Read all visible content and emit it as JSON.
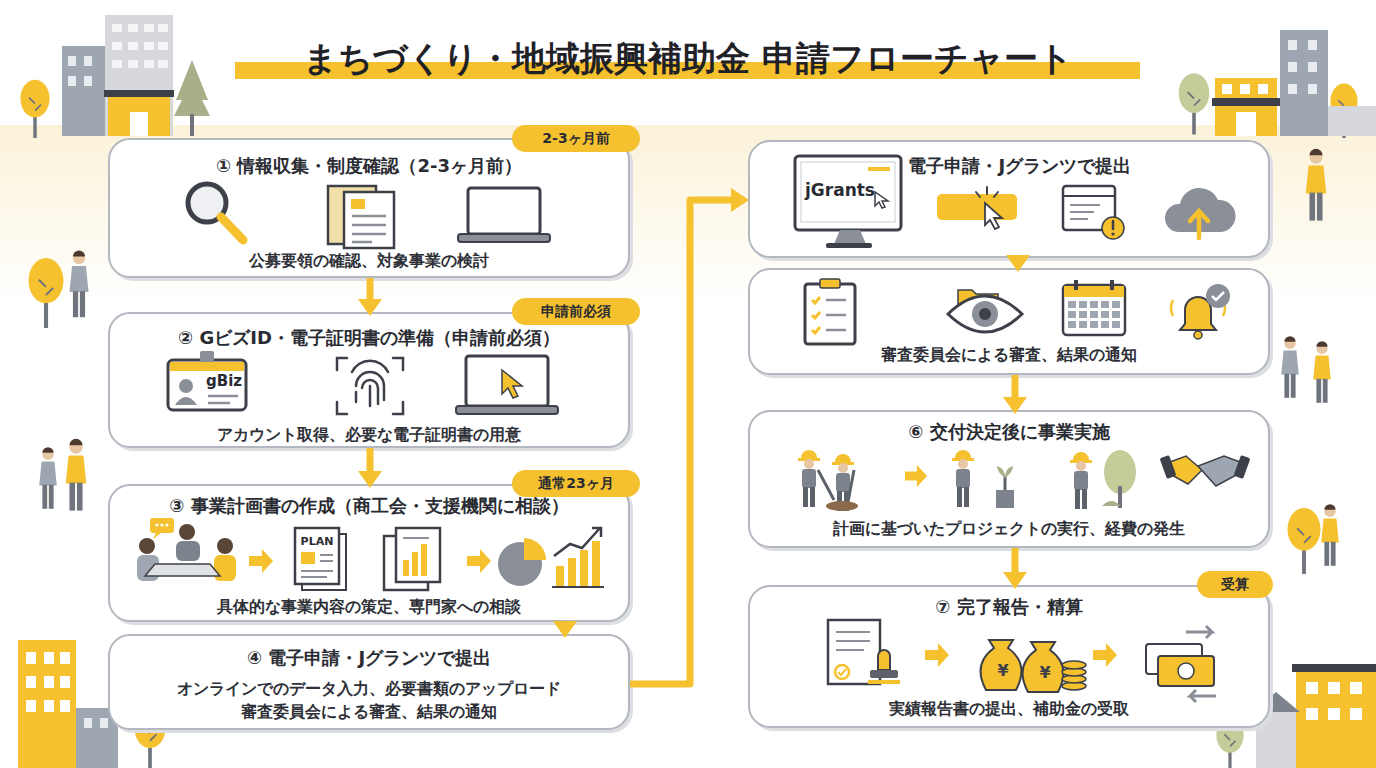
{
  "diagram": {
    "title": "まちづくり・地域振興補助金 申請フローチャート",
    "nodes": [
      {
        "text": [
          "① 情報収集・制度確認（2-3ヶ月前）",
          "公募要領の確認、対象事業の検討"
        ]
      },
      {
        "text": [
          "2-3ヶ月前"
        ],
        "in": 0
      },
      {
        "text": [
          "② GビズID・電子証明書の準備（申請前必須）",
          "アカウント取得、必要な電子証明書の用意"
        ]
      },
      {
        "text": [
          "申請前必須"
        ],
        "in": 2
      },
      {
        "text": [
          "③ 事業計画書の作成（商工会・支援機関に相談）",
          "具体的な事業内容の策定、専門家への相談"
        ]
      },
      {
        "text": [
          "通常23ヶ月"
        ],
        "in": 4
      },
      {
        "text": [
          "④ 電子申請・Jグランツで提出",
          "オンラインでのデータ入力、必要書類のアップロード",
          "審査委員会による審査、結果の通知"
        ]
      },
      {
        "text": [
          "④ 電子申請・Jグランツで提出"
        ]
      },
      {
        "text": [
          "審査委員会による審査、結果の通知"
        ]
      },
      {
        "text": [
          "⑥ 交付決定後に事業実施",
          "計画に基づいたプロジェクトの実行、経費の発生"
        ]
      },
      {
        "text": [
          "⑦ 完了報告・精算",
          "実績報告書の提出、補助金の受取"
        ]
      },
      {
        "text": [
          "受算"
        ],
        "in": 10
      }
    ],
    "edges": [
      {
        "from": 0,
        "to": 2,
        "arrow": "to"
      },
      {
        "from": 2,
        "to": 4,
        "arrow": "to"
      },
      {
        "from": 4,
        "to": 6,
        "arrow": "to"
      },
      {
        "from": 6,
        "to": 7,
        "arrow": "to"
      },
      {
        "from": 7,
        "to": 8,
        "arrow": "to"
      },
      {
        "from": 8,
        "to": 9,
        "arrow": "to"
      },
      {
        "from": 9,
        "to": 10,
        "arrow": "to"
      }
    ],
    "labels": [
      "gBiz",
      "PLAN",
      "jGrants",
      "¥",
      "¥"
    ]
  }
}
